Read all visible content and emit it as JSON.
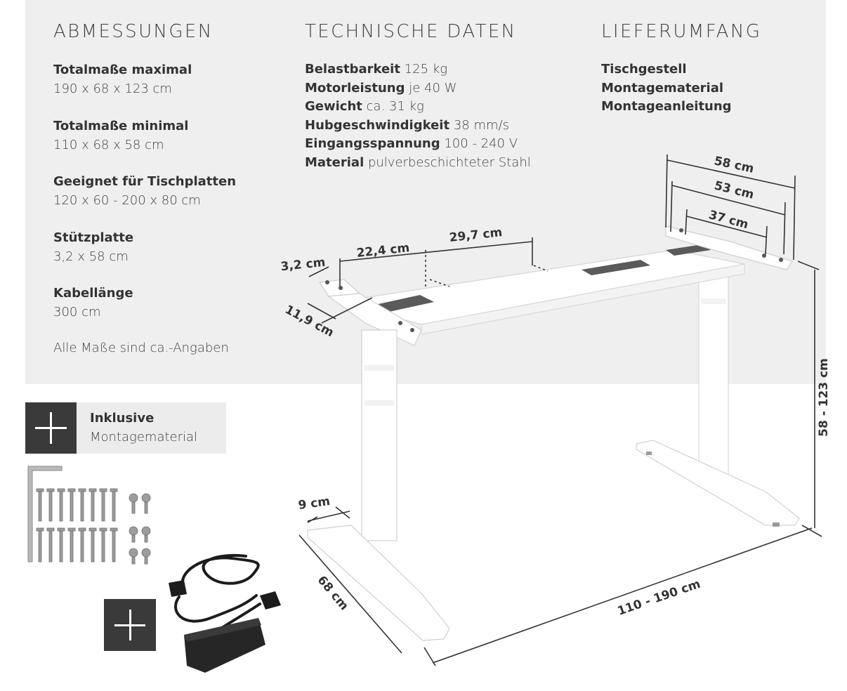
{
  "headings": {
    "dimensions": "ABMESSUNGEN",
    "technical": "TECHNISCHE DATEN",
    "scope": "LIEFERUMFANG"
  },
  "dimensions": [
    {
      "label": "Totalmaße maximal",
      "value": "190 x 68 x 123 cm"
    },
    {
      "label": "Totalmaße minimal",
      "value": "110 x 68 x 58 cm"
    },
    {
      "label": "Geeignet für Tischplatten",
      "value": "120 x 60 - 200 x 80 cm"
    },
    {
      "label": "Stützplatte",
      "value": "3,2 x 58 cm"
    },
    {
      "label": "Kabellänge",
      "value": "300 cm"
    }
  ],
  "note": "Alle Maße sind ca.-Angaben",
  "technical": [
    {
      "label": "Belastbarkeit",
      "value": "125 kg"
    },
    {
      "label": "Motorleistung",
      "value": "je 40 W"
    },
    {
      "label": "Gewicht",
      "value": "ca. 31 kg"
    },
    {
      "label": "Hubgeschwindigkeit",
      "value": "38 mm/s"
    },
    {
      "label": "Eingangsspannung",
      "value": "100 - 240 V"
    },
    {
      "label": "Material",
      "value": "pulverbeschichteter Stahl"
    }
  ],
  "scope": [
    "Tischgestell",
    "Montagematerial",
    "Montageanleitung"
  ],
  "badge": {
    "title": "Inklusive",
    "subtitle": "Montagematerial"
  },
  "drawing_labels": {
    "d58": "58 cm",
    "d53": "53 cm",
    "d37": "37 cm",
    "d32": "3,2 cm",
    "d224": "22,4 cm",
    "d297": "29,7 cm",
    "d119": "11,9 cm",
    "height": "58 - 123 cm",
    "foot": "9 cm",
    "depth": "68 cm",
    "width": "110 - 190 cm"
  }
}
